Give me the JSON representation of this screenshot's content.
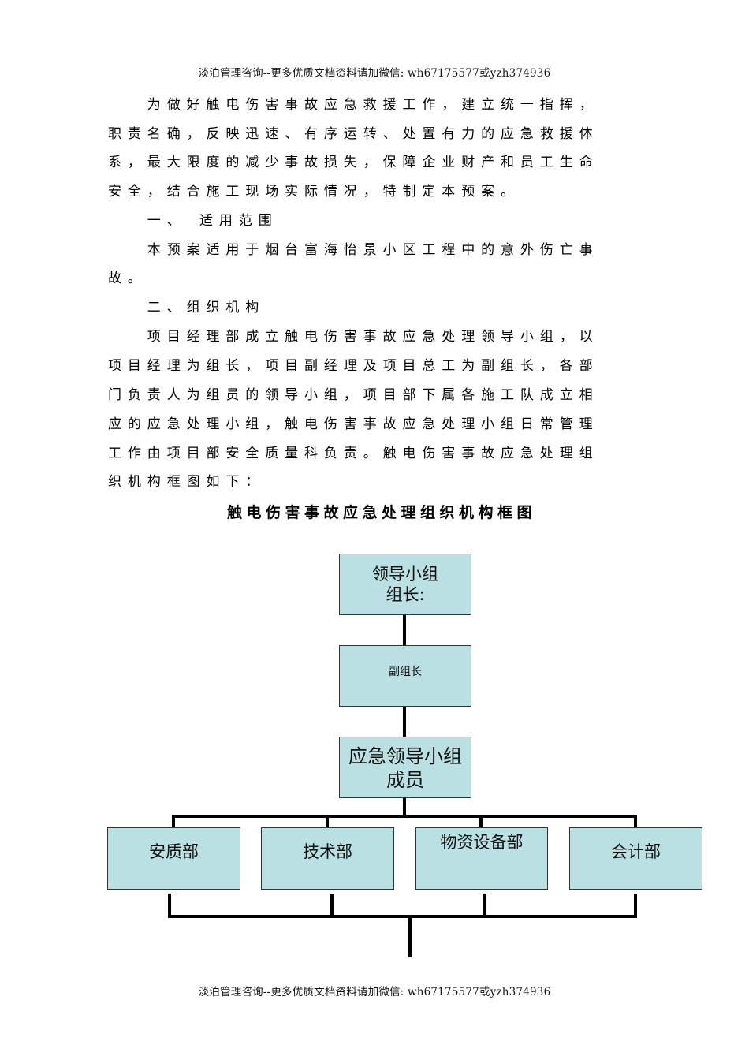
{
  "header": "淡泊管理咨询--更多优质文档资料请加微信: wh67175577或yzh374936",
  "footer": "淡泊管理咨询--更多优质文档资料请加微信: wh67175577或yzh374936",
  "body_lines": [
    "　　为做好触电伤害事故应急救援工作，建立统一指挥，",
    "职责名确，反映迅速、有序运转、处置有力的应急救援体",
    "系，最大限度的减少事故损失，保障企业财产和员工生命",
    "安全，结合施工现场实际情况，特制定本预案。",
    "　　一、　适用范围",
    "　　本预案适用于烟台富海怡景小区工程中的意外伤亡事",
    "故。",
    "　　二、组织机构",
    "　　项目经理部成立触电伤害事故应急处理领导小组，以",
    "项目经理为组长，项目副经理及项目总工为副组长，各部",
    "门负责人为组员的领导小组，项目部下属各施工队成立相",
    "应的应急处理小组，触电伤害事故应急处理小组日常管理",
    "工作由项目部安全质量科负责。触电伤害事故应急处理组",
    "织机构框图如下："
  ],
  "diagram": {
    "title": "触电伤害事故应急处理组织机构框图",
    "box_fill": "#bbe0e3",
    "leader": {
      "line1": "领导小组",
      "line2": "组长:"
    },
    "deputy": "副组长",
    "members": {
      "line1": "应急领导小组",
      "line2": "成员"
    },
    "departments": [
      "安质部",
      "技术部",
      "物资设备部",
      "会计部"
    ]
  }
}
